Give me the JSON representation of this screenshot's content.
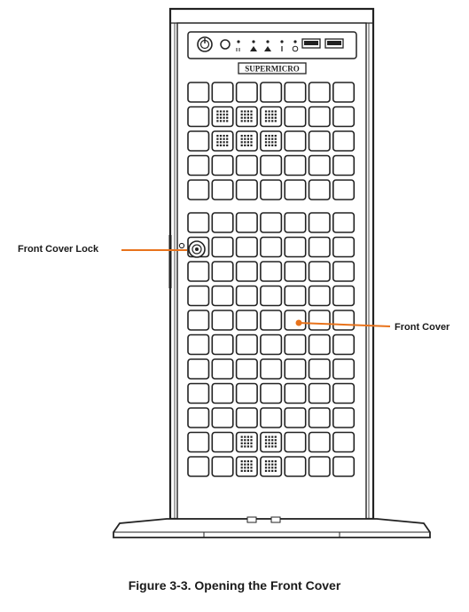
{
  "brand": {
    "logo_text": "SUPERMICRO"
  },
  "callouts": {
    "lock_label": "Front Cover Lock",
    "cover_label": "Front Cover"
  },
  "figure": {
    "caption": "Figure 3-3. Opening the Front Cover"
  },
  "colors": {
    "callout_line": "#e8731c",
    "outline": "#222222",
    "lock_accent": "#e8731c"
  },
  "icons": {
    "power": "power-button-icon",
    "reset": "reset-button-icon",
    "leds": [
      "hdd-led-icon",
      "lan1-led-icon",
      "lan2-led-icon",
      "info-led-icon",
      "power-led-icon"
    ],
    "usb": [
      "usb-port-icon",
      "usb-port-icon"
    ]
  },
  "grid": {
    "columns": 7,
    "top_rows": 5,
    "bottom_rows": 11
  }
}
